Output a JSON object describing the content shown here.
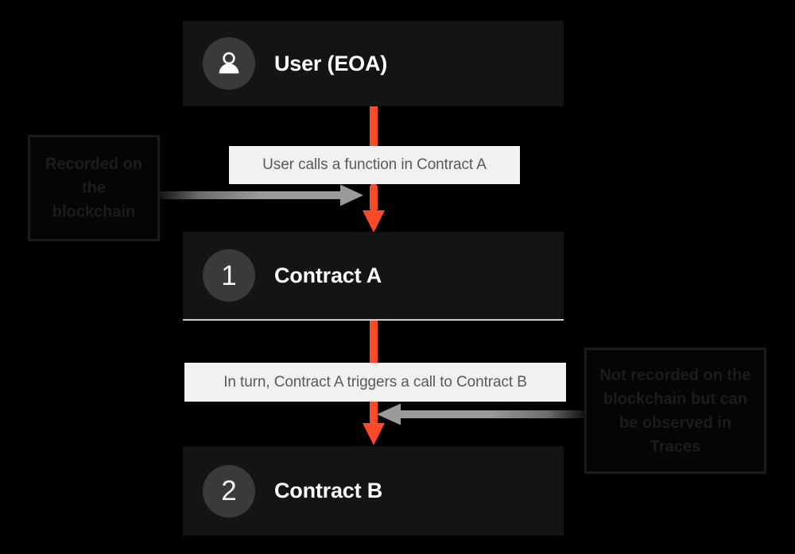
{
  "diagram": {
    "background_color": "#000000",
    "accent_color": "#fa4b28",
    "card_color": "#141414",
    "chip_color": "#f1f1f1",
    "badge_color": "#3a3a3a"
  },
  "nodes": [
    {
      "id": "user",
      "title": "User (EOA)",
      "badge_type": "person-icon",
      "badge_text": ""
    },
    {
      "id": "contract-a",
      "title": "Contract A",
      "badge_type": "number",
      "badge_text": "1"
    },
    {
      "id": "contract-b",
      "title": "Contract B",
      "badge_type": "number",
      "badge_text": "2"
    }
  ],
  "edge_labels": [
    {
      "id": "label-1",
      "text": "User calls a function in Contract A"
    },
    {
      "id": "label-2",
      "text": "In turn, Contract A triggers a call to Contract B"
    }
  ],
  "annotations": [
    {
      "id": "note-left",
      "text": "Recorded on the blockchain",
      "points_to": "label-1",
      "arrow_direction": "right"
    },
    {
      "id": "note-right",
      "text": "Not recorded on the blockchain but can be observed in Traces",
      "points_to": "arrow-2",
      "arrow_direction": "left"
    }
  ]
}
